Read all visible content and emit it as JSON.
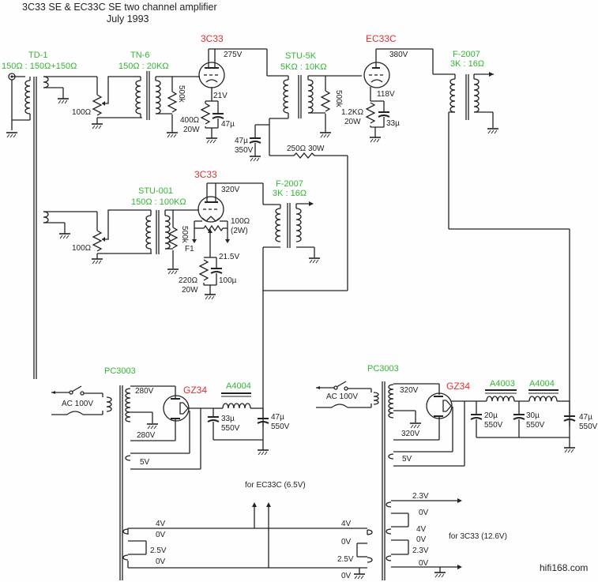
{
  "title": {
    "line1": "3C33 SE & EC33C SE  two channel amplifier",
    "line2": "July 1993"
  },
  "watermark": "hifi168.com",
  "colors": {
    "part_label": "#33b533",
    "tube_label": "#e03030",
    "wire": "#222222"
  },
  "channel1": {
    "input_transformer": {
      "name": "TD-1",
      "ratio": "150Ω : 150Ω+150Ω"
    },
    "pot": "100Ω",
    "interstage1": {
      "name": "TN-6",
      "ratio": "150Ω : 20KΩ"
    },
    "grid_resistor1": "500k",
    "tube1": {
      "name": "3C33",
      "plate_v": "275V",
      "cathode_v": "21V",
      "cathode_r": [
        "400Ω",
        "20W"
      ],
      "cathode_c": "47µ"
    },
    "interstage2": {
      "name": "STU-5K",
      "ratio": "5KΩ : 10KΩ"
    },
    "decoupling_c": [
      "47µ",
      "350V"
    ],
    "dropping_r": "250Ω  30W",
    "grid_resistor2": "500k",
    "tube2": {
      "name": "EC33C",
      "plate_v": "380V",
      "cathode_v": "118V",
      "cathode_r": [
        "1.2KΩ",
        "20W"
      ],
      "cathode_c": "33µ"
    },
    "output_transformer": {
      "name": "F-2007",
      "ratio": "3K : 16Ω"
    }
  },
  "channel2": {
    "pot": "100Ω",
    "input_transformer": {
      "name": "STU-001",
      "ratio": "150Ω : 100KΩ"
    },
    "grid_resistor": "500k",
    "tube": {
      "name": "3C33",
      "plate_v": "320V",
      "hum_pot": [
        "100Ω",
        "(2W)"
      ],
      "filament": "F1",
      "cathode_v": "21.5V",
      "cathode_r": [
        "220Ω",
        "20W"
      ],
      "cathode_c": "100µ"
    },
    "output_transformer": {
      "name": "F-2007",
      "ratio": "3K : 16Ω"
    }
  },
  "psu1": {
    "transformer": "PC3003",
    "mains": "AC 100V",
    "hv_top": "280V",
    "hv_bottom": "280V",
    "rect_fil": "5V",
    "rectifier": "GZ34",
    "choke": "A4004",
    "c1": [
      "33µ",
      "550V"
    ],
    "c2": [
      "47µ",
      "550V"
    ]
  },
  "psu2": {
    "transformer": "PC3003",
    "mains": "AC 100V",
    "hv_top": "320V",
    "hv_bottom": "320V",
    "rect_fil": "5V",
    "rectifier": "GZ34",
    "choke1": "A4003",
    "choke2": "A4004",
    "c1": [
      "20µ",
      "550V"
    ],
    "c2": [
      "30µ",
      "550V"
    ],
    "c3": [
      "47µ",
      "550V"
    ]
  },
  "heater_ec33c": {
    "label": "for EC33C (6.5V)",
    "left": [
      "4V",
      "0V",
      "2.5V",
      "0V"
    ],
    "right": [
      "4V",
      "0V",
      "2.5V",
      "0V"
    ]
  },
  "heater_3c33": {
    "label": "for 3C33 (12.6V)",
    "taps": [
      "2.3V",
      "0V",
      "4V",
      "0V",
      "2.3V",
      "0V"
    ]
  }
}
